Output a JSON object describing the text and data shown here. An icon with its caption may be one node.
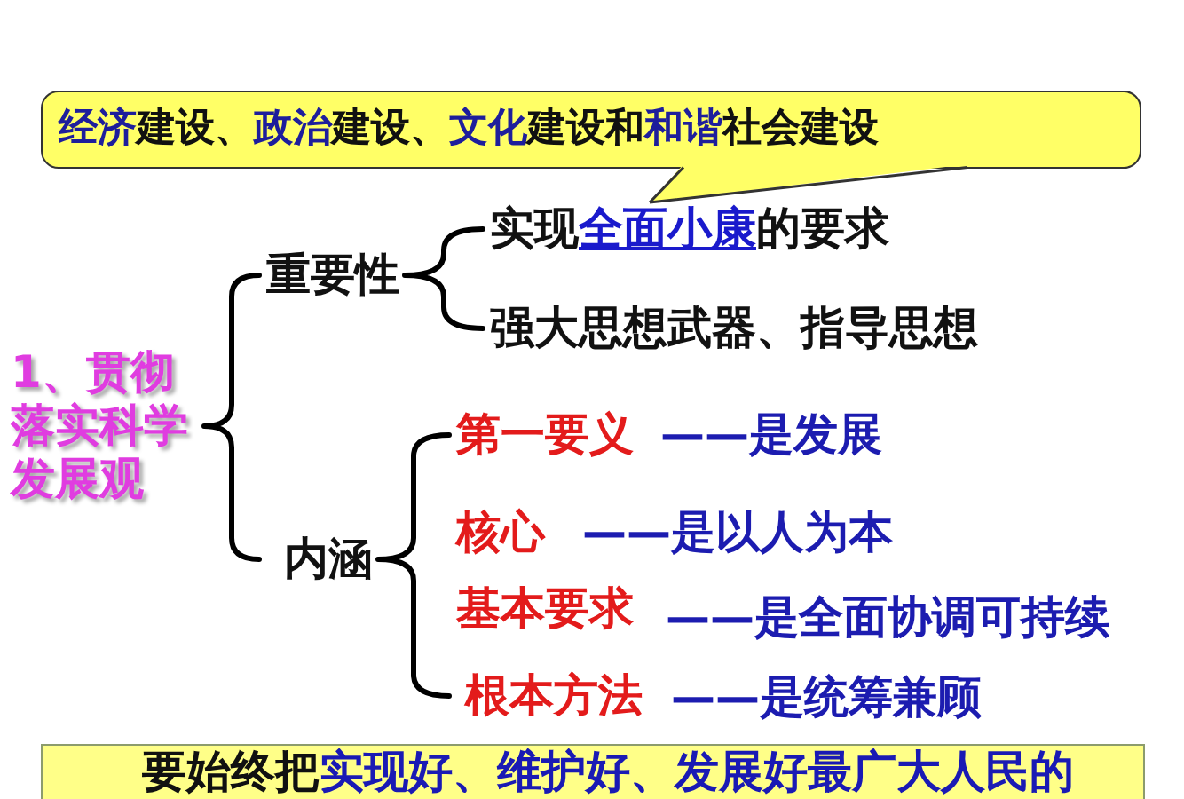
{
  "diagram": {
    "nodes": [
      {
        "text": [
          "**经济**建设、**政治**建设、**文化**建设和**和谐**社会建设"
        ]
      },
      {
        "text": [
          "1、贯彻落实科学发展观"
        ]
      },
      {
        "text": [
          "重要性"
        ]
      },
      {
        "text": [
          "实现**全面小康**的要求"
        ]
      },
      {
        "text": [
          "强大思想武器、指导思想"
        ]
      },
      {
        "text": [
          "内涵"
        ]
      },
      {
        "text": [
          "第一要义"
        ],
        "beside": [
          "——是发展"
        ]
      },
      {
        "text": [
          "核心"
        ],
        "beside": [
          "——是以人为本"
        ]
      },
      {
        "text": [
          "基本要求"
        ],
        "beside": [
          "——是全面协调可持续"
        ]
      },
      {
        "text": [
          "根本方法"
        ],
        "beside": [
          "——是统筹兼顾"
        ]
      },
      {
        "text": [
          "要始终把**实现好、维护好、发展好最广大人民的**"
        ]
      }
    ],
    "edges": [
      {
        "from": 0,
        "to": 3,
        "arrow": "none"
      },
      {
        "from": 1,
        "to": 2,
        "arrow": "none"
      },
      {
        "from": 1,
        "to": 5,
        "arrow": "none"
      },
      {
        "from": 2,
        "to": 3,
        "arrow": "none"
      },
      {
        "from": 2,
        "to": 4,
        "arrow": "none"
      },
      {
        "from": 5,
        "to": 6,
        "arrow": "none"
      },
      {
        "from": 5,
        "to": 9,
        "arrow": "none"
      }
    ]
  }
}
